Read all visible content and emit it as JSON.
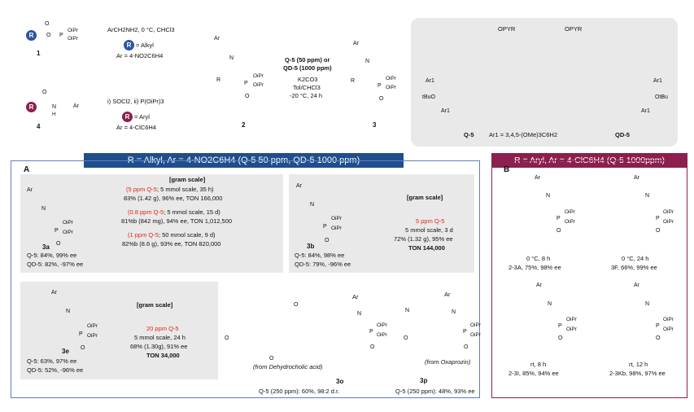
{
  "colors": {
    "alkyl_blue": "#1f4e8c",
    "aryl_maroon": "#8c1f4e",
    "highlight_red": "#e0261b",
    "methyl_blue": "#4a6fb5"
  },
  "scheme": {
    "cmpd1": "1",
    "cmpd4": "4",
    "cmpd2": "2",
    "cmpd3": "3",
    "R": "R",
    "O": "O",
    "P": "P",
    "Oipr": "OiPr",
    "Ar": "Ar",
    "N": "N",
    "H": "H",
    "cond_top": "ArCH2NH2, 0 °C, CHCl3",
    "alkyl_label": "= Alkyl",
    "alkyl_ar": "Ar = 4-NO2C6H4",
    "cond_bottom": "i) SOCl2, ii) P(OiPr)3",
    "aryl_label": "= Aryl",
    "aryl_ar": "Ar = 4-ClC6H4",
    "cond_cat1": "Q-5 (50 ppm) or",
    "cond_cat2": "QD-5 (1000 ppm)",
    "cond_base": "K2CO3",
    "cond_solv": "Tol/CHCl3",
    "cond_temp": "-20 °C, 24 h"
  },
  "catalysts": {
    "opyr1": "OPYR",
    "opyr2": "OPYR",
    "ar1_left": "Ar1",
    "ar1_right_top": "Ar1",
    "ar1_right_bot": "Ar1",
    "obu_left": "tBuO",
    "obu_right": "OtBu",
    "q5": "Q-5",
    "qd5": "QD-5",
    "ar1_def": "Ar1 = 3,4,5-(OMe)3C6H2"
  },
  "banner_alkyl": "R = Alkyl, Ar = 4-NO2C6H4 (Q-5 50 ppm, QD-5 1000 ppm)",
  "banner_aryl": "R = Aryl, Ar = 4-ClC6H4 (Q-5 1000ppm)",
  "panelA": {
    "label": "A",
    "c3a": {
      "id": "3a",
      "q5": "Q-5: 84%, 99% ee",
      "qd5": "QD-5: 82%, -97% ee",
      "gram": "[gram scale]",
      "r1a": "(5 ppm Q-5; 5 mmol scale, 35 h)",
      "r1b": "83% (1.42 g), 96% ee, TON 166,000",
      "r2a": "(0.8 ppm Q-5; 5 mmol scale, 15 d)",
      "r2b": "81%b (842 mg), 94% ee, TON 1,012,500",
      "r3a": "(1 ppm Q-5; 50 mmol scale, 9 d)",
      "r3b": "82%b (8.6 g), 93% ee, TON 820,000"
    },
    "c3b": {
      "id": "3b",
      "q5": "Q-5: 84%, 98% ee",
      "qd5": "QD-5: 79%, -96% ee",
      "gram": "[gram scale]",
      "r1": "5 ppm Q-5",
      "r2": "5 mmol scale, 3 d",
      "r3": "72% (1.32 g), 95% ee",
      "r4": "TON 144,000"
    },
    "c3e": {
      "id": "3e",
      "q5": "Q-5: 63%, 97% ee",
      "qd5": "QD-5: 52%, -96% ee",
      "gram": "[gram scale]",
      "r1": "20 ppm Q-5",
      "r2": "5 mmol scale, 24 h",
      "r3": "68% (1.30g), 91% ee",
      "r4": "TON 34,000"
    },
    "c3o": {
      "id": "3o",
      "src": "(from Dehydrocholic acid)",
      "res": "Q-5 (250 ppm): 60%, 98:2 d.r."
    },
    "c3p": {
      "id": "3p",
      "src": "(from Oxaprozin)",
      "res": "Q-5 (250 ppm): 48%, 93% ee"
    }
  },
  "panelB": {
    "label": "B",
    "c1": {
      "cond": "0 °C, 8 h",
      "res": "2-3A, 75%, 98% ee"
    },
    "c2": {
      "cond": "0 °C, 24 h",
      "res": "3F, 66%, 99% ee"
    },
    "c3": {
      "cond": "rt, 8 h",
      "res": "2-3I, 85%, 94% ee"
    },
    "c4": {
      "cond": "rt, 12 h",
      "res": "2-3Kb, 98%, 97% ee"
    }
  }
}
